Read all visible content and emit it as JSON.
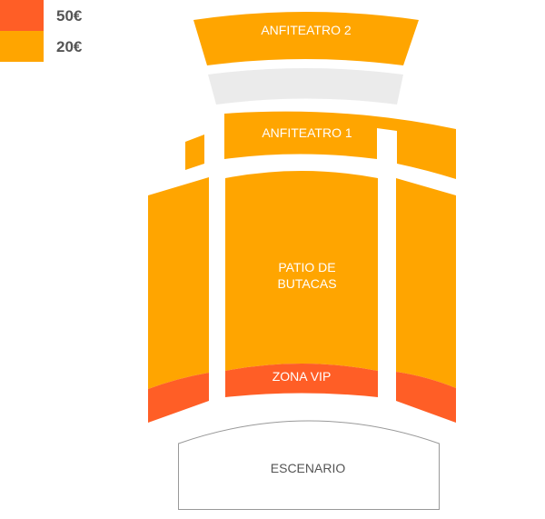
{
  "legend": [
    {
      "price": "50€",
      "color": "#FF5E26"
    },
    {
      "price": "20€",
      "color": "#FFA500"
    }
  ],
  "colors": {
    "vip": "#FF5E26",
    "standard": "#FFA500",
    "unavailable": "#EBEBEB",
    "stage_stroke": "#999999"
  },
  "sections": {
    "anfiteatro_2": {
      "label": "ANFITEATRO 2",
      "price": "20€"
    },
    "unavailable_band": {
      "label": ""
    },
    "anfiteatro_1": {
      "label": "ANFITEATRO 1",
      "price": "20€"
    },
    "patio": {
      "label_line1": "PATIO DE",
      "label_line2": "BUTACAS",
      "price": "20€"
    },
    "zona_vip": {
      "label": "ZONA VIP",
      "price": "50€"
    }
  },
  "stage": {
    "label": "ESCENARIO"
  }
}
